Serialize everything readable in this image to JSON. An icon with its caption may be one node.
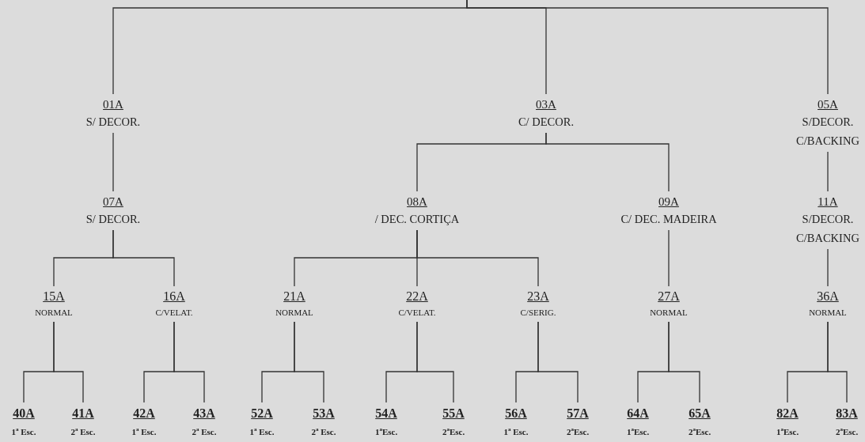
{
  "diagram": {
    "nodes": [
      {
        "text": [
          "01A",
          "S/ DECOR."
        ]
      },
      {
        "text": [
          "03A",
          "C/ DECOR."
        ]
      },
      {
        "text": [
          "05A",
          "S/DECOR. C/BACKING"
        ]
      },
      {
        "text": [
          "07A",
          "S/ DECOR."
        ]
      },
      {
        "text": [
          "08A",
          "/ DEC. CORTIÇA"
        ]
      },
      {
        "text": [
          "09A",
          "C/ DEC. MADEIRA"
        ]
      },
      {
        "text": [
          "11A",
          "S/DECOR. C/BACKING"
        ]
      },
      {
        "text": [
          "15A",
          "NORMAL"
        ]
      },
      {
        "text": [
          "16A",
          "C/VELAT."
        ]
      },
      {
        "text": [
          "21A",
          "NORMAL"
        ]
      },
      {
        "text": [
          "22A",
          "C/VELAT."
        ]
      },
      {
        "text": [
          "23A",
          "C/SERIG."
        ]
      },
      {
        "text": [
          "27A",
          "NORMAL"
        ]
      },
      {
        "text": [
          "36A",
          "NORMAL"
        ]
      },
      {
        "text": [
          "40A",
          "1$^{a}$ Esc."
        ]
      },
      {
        "text": [
          "41A",
          "2$^{a}$ Esc."
        ]
      },
      {
        "text": [
          "42A",
          "1$^{a}$ Esc."
        ]
      },
      {
        "text": [
          "43A",
          "2$^{a}$ Esc."
        ]
      },
      {
        "text": [
          "52A",
          "1$^{a}$ Esc."
        ]
      },
      {
        "text": [
          "53A",
          "2$^{a}$ Esc."
        ]
      },
      {
        "text": [
          "54A",
          "1$^{a}$Esc."
        ]
      },
      {
        "text": [
          "55A",
          "2$^{a}$Esc."
        ]
      },
      {
        "text": [
          "56A",
          "1$^{a}$ Esc."
        ]
      },
      {
        "text": [
          "57A",
          "2$^{a}$Esc."
        ]
      },
      {
        "text": [
          "64A",
          "1$^{a}$Esc."
        ]
      },
      {
        "text": [
          "65A",
          "2$^{a}$Esc."
        ]
      },
      {
        "text": [
          "82A",
          "1$^{a}$Esc."
        ]
      },
      {
        "text": [
          "83A",
          "2$^{a}$Esc."
        ]
      }
    ],
    "edges": [
      {
        "from": null,
        "to": 0,
        "arrow": "none"
      },
      {
        "from": null,
        "to": 1,
        "arrow": "none"
      },
      {
        "from": null,
        "to": 2,
        "arrow": "none"
      },
      {
        "from": 0,
        "to": 3,
        "arrow": "none"
      },
      {
        "from": 1,
        "to": 4,
        "arrow": "none"
      },
      {
        "from": 1,
        "to": 5,
        "arrow": "none"
      },
      {
        "from": 2,
        "to": 6,
        "arrow": "none"
      },
      {
        "from": 3,
        "to": 7,
        "arrow": "none"
      },
      {
        "from": 3,
        "to": 8,
        "arrow": "none"
      },
      {
        "from": 4,
        "to": 9,
        "arrow": "none"
      },
      {
        "from": 4,
        "to": 10,
        "arrow": "none"
      },
      {
        "from": 4,
        "to": 11,
        "arrow": "none"
      },
      {
        "from": 5,
        "to": 12,
        "arrow": "none"
      },
      {
        "from": 6,
        "to": 13,
        "arrow": "none"
      },
      {
        "from": 7,
        "to": 14,
        "arrow": "none"
      },
      {
        "from": 7,
        "to": 15,
        "arrow": "none"
      },
      {
        "from": 8,
        "to": 16,
        "arrow": "none"
      },
      {
        "from": 8,
        "to": 17,
        "arrow": "none"
      },
      {
        "from": 9,
        "to": 18,
        "arrow": "none"
      },
      {
        "from": 9,
        "to": 19,
        "arrow": "none"
      },
      {
        "from": 10,
        "to": 20,
        "arrow": "none"
      },
      {
        "from": 10,
        "to": 21,
        "arrow": "none"
      },
      {
        "from": 11,
        "to": 22,
        "arrow": "none"
      },
      {
        "from": 11,
        "to": 23,
        "arrow": "none"
      },
      {
        "from": 12,
        "to": 24,
        "arrow": "none"
      },
      {
        "from": 12,
        "to": 25,
        "arrow": "none"
      },
      {
        "from": 13,
        "to": 26,
        "arrow": "none"
      },
      {
        "from": 13,
        "to": 27,
        "arrow": "none"
      }
    ]
  }
}
